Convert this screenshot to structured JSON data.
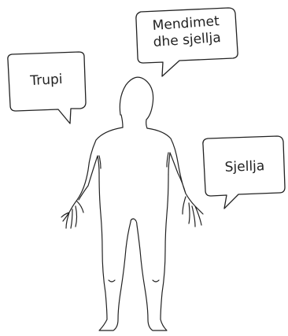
{
  "bubbles": {
    "body": {
      "label": "Trupi"
    },
    "thoughts": {
      "line1": "Mendimet",
      "line2": "dhe sjellja"
    },
    "behaviour": {
      "label": "Sjellja"
    }
  },
  "colors": {
    "stroke": "#222222",
    "background": "#ffffff"
  },
  "icons": {
    "figure": "human-body-outline-icon"
  }
}
